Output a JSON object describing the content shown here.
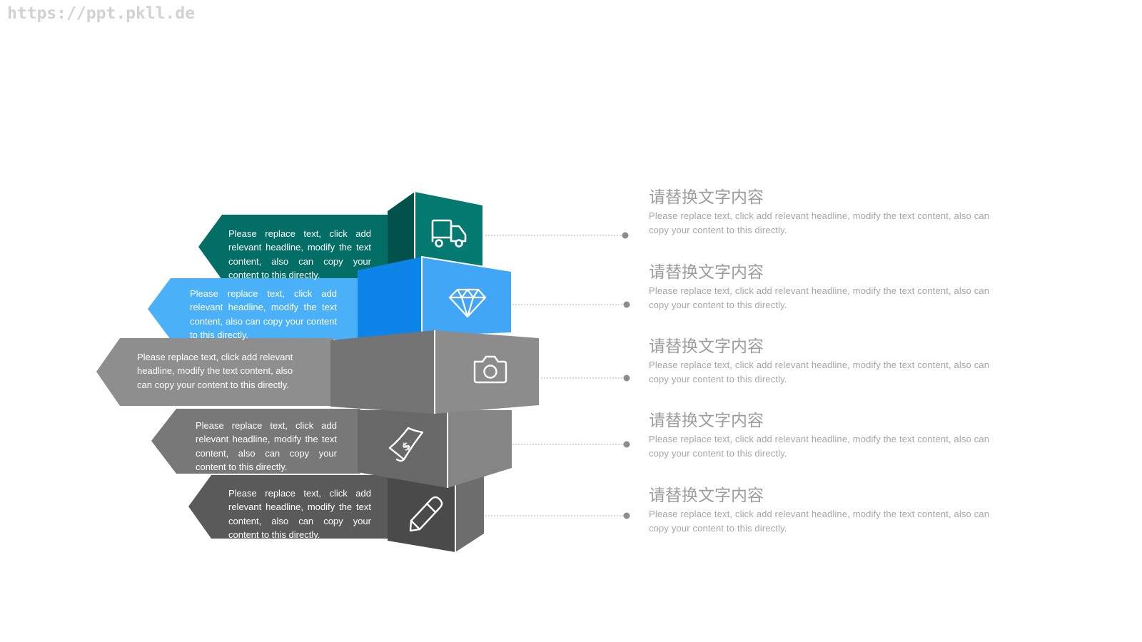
{
  "watermark": "https://ppt.pkll.de",
  "colors": {
    "teal": "#036e66",
    "blue": "#3da7f7",
    "gray_mid": "#8e8e8e",
    "gray": "#7a7a7a",
    "gray_dark": "#5a5a5a"
  },
  "steps": [
    {
      "icon": "truck-icon",
      "left_text": "Please replace text, click add relevant headline, modify the text content, also can copy your content to this directly.",
      "title": "请替换文字内容",
      "description": "Please replace text, click add relevant headline, modify the text content, also can copy your content to this directly."
    },
    {
      "icon": "diamond-icon",
      "left_text": "Please replace text, click add relevant headline, modify the text content, also can copy your content to this directly.",
      "title": "请替换文字内容",
      "description": "Please replace text, click add relevant headline, modify the text content, also can copy your content to this directly."
    },
    {
      "icon": "camera-icon",
      "left_text": "Please replace text, click add relevant headline, modify the text content, also can copy your content to this directly.",
      "title": "请替换文字内容",
      "description": "Please replace text, click add relevant headline, modify the text content, also can copy your content to this directly."
    },
    {
      "icon": "money-icon",
      "left_text": "Please replace text, click add relevant headline, modify the text content, also can copy your content to this directly.",
      "title": "请替换文字内容",
      "description": "Please replace text, click add relevant headline, modify the text content, also can copy your content to this directly."
    },
    {
      "icon": "pencil-icon",
      "left_text": "Please replace text, click add relevant headline, modify the text content, also can copy your content to this directly.",
      "title": "请替换文字内容",
      "description": "Please replace text, click add relevant headline, modify the text content, also can copy your content to this directly."
    }
  ]
}
